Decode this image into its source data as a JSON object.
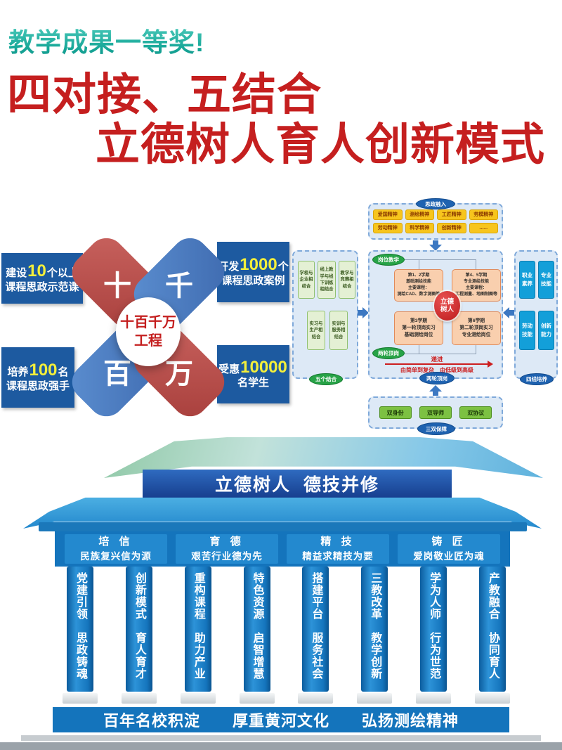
{
  "badge": "教学成果一等奖!",
  "title": {
    "line1": "四对接、五结合",
    "line2": "立德树人育人创新模式"
  },
  "colors": {
    "accent_red": "#c51f1f",
    "stat_blue": "#1d5aa0",
    "number_yellow": "#f3ef3b",
    "badge_teal": "#18a899"
  },
  "stats": [
    {
      "pre": "建设",
      "num": "10",
      "suf": "个以上",
      "line2": "课程思政示范课"
    },
    {
      "pre": "开发",
      "num": "1000",
      "suf": "个",
      "line2": "课程思政案例"
    },
    {
      "pre": "培养",
      "num": "100",
      "suf": "名",
      "line2": "课程思政强手"
    },
    {
      "pre": "受惠",
      "num": "10000",
      "suf": "",
      "line2": "名学生"
    }
  ],
  "pinwheel": {
    "petals": [
      "十",
      "千",
      "百",
      "万"
    ],
    "center": "十百千万\n工程"
  },
  "flowchart": {
    "top_panel": {
      "label": "思政融入",
      "items": [
        "爱国精神",
        "测绘精神",
        "工匠精神",
        "劳模精神",
        "劳动精神",
        "科学精神",
        "创新精神",
        "......"
      ]
    },
    "left_panel": {
      "label": "五个结合",
      "items": [
        "学校与\n企业相\n结合",
        "线上教\n学与线\n下训练\n相结合",
        "教学与\n竞赛相\n结合",
        "实习与\n生产相\n结合",
        "实训与\n服务相\n结合"
      ]
    },
    "right_panel": {
      "label": "四线培养",
      "items": [
        "职业\n素养",
        "专业\n技能",
        "劳动\n技能",
        "创新\n能力"
      ]
    },
    "bottom_panel": {
      "label": "三双保障",
      "items": [
        "双身份",
        "双导师",
        "双协议"
      ]
    },
    "center_panel": {
      "top_label": "岗位教学",
      "bottom_label": "两轮顶岗",
      "core": "立德\n树人",
      "boxes": [
        "第1、2学期\n基础测绘技能\n主要课程：\n测绘CAD、数字测图等",
        "第4、5学期\n专业测绘技能\n主要课程：\n工程测量、地图制图等",
        "第3学期\n第一轮顶岗实习\n基础测绘岗位",
        "第6学期\n第二轮顶岗实习\n专业测绘岗位"
      ],
      "progress": "递进",
      "progress_note": "由简单到复杂　由低级到高级",
      "bottom_oval": "两轮顶岗"
    }
  },
  "temple": {
    "banner": "立德树人  德技并修",
    "headers": [
      {
        "title": "培 信",
        "subtitle": "民族复兴信为源"
      },
      {
        "title": "育 德",
        "subtitle": "艰苦行业德为先"
      },
      {
        "title": "精 技",
        "subtitle": "精益求精技为要"
      },
      {
        "title": "铸 匠",
        "subtitle": "爱岗敬业匠为魂"
      }
    ],
    "pillars": [
      "党建引领　思政铸魂",
      "创新模式　育人育才",
      "重构课程　助力产业",
      "特色资源　启智增慧",
      "搭建平台　服务社会",
      "三教改革　教学创新",
      "学为人师　行为世范",
      "产教融合　协同育人"
    ],
    "base_banner": "百年名校积淀　　厚重黄河文化　　弘扬测绘精神"
  }
}
